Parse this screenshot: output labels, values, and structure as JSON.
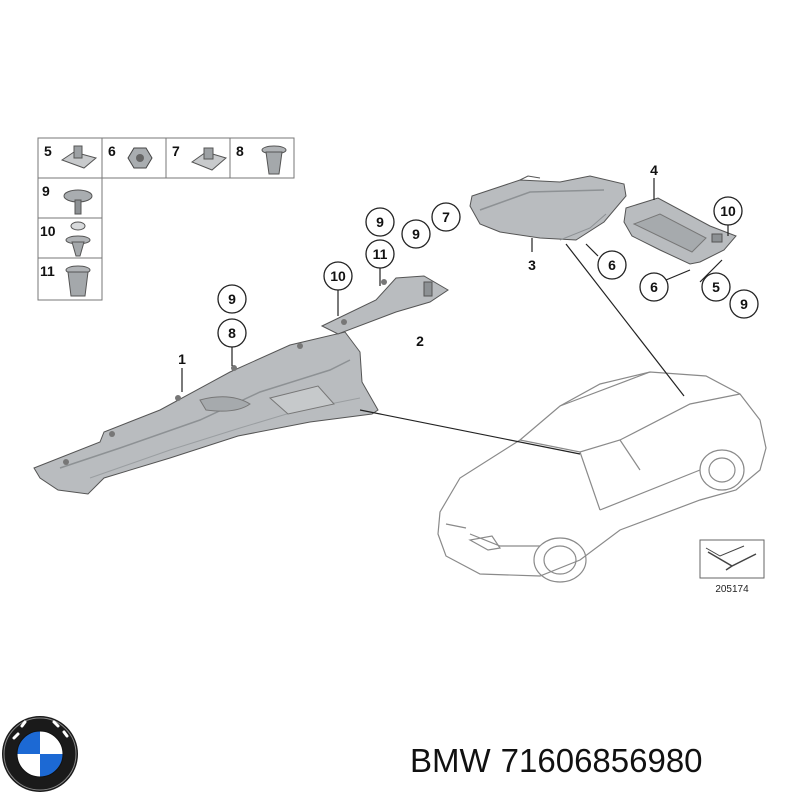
{
  "legend": {
    "cells": [
      {
        "num": "5",
        "icon": "clip-nut-icon"
      },
      {
        "num": "6",
        "icon": "hex-nut-icon"
      },
      {
        "num": "7",
        "icon": "clip-nut-icon"
      },
      {
        "num": "8",
        "icon": "expanding-nut-icon"
      },
      {
        "num": "9",
        "icon": "screw-icon"
      },
      {
        "num": "10",
        "icon": "push-rivet-icon"
      },
      {
        "num": "11",
        "icon": "expanding-nut-icon"
      }
    ]
  },
  "callouts": {
    "c1": "1",
    "c2": "2",
    "c3": "3",
    "c4": "4",
    "c9a": "9",
    "c8a": "8",
    "c10a": "10",
    "c9b": "9",
    "c11b": "11",
    "c9c": "9",
    "c7c": "7",
    "c6a": "6",
    "c10b": "10",
    "c6b": "6",
    "c5b": "5",
    "c9d": "9"
  },
  "reference": {
    "number": "205174"
  },
  "caption": {
    "brand": "BMW",
    "part_number": "71606856980"
  },
  "colors": {
    "part_fill": "#b9bcbf",
    "part_dark": "#8d9194",
    "line": "#222222"
  }
}
